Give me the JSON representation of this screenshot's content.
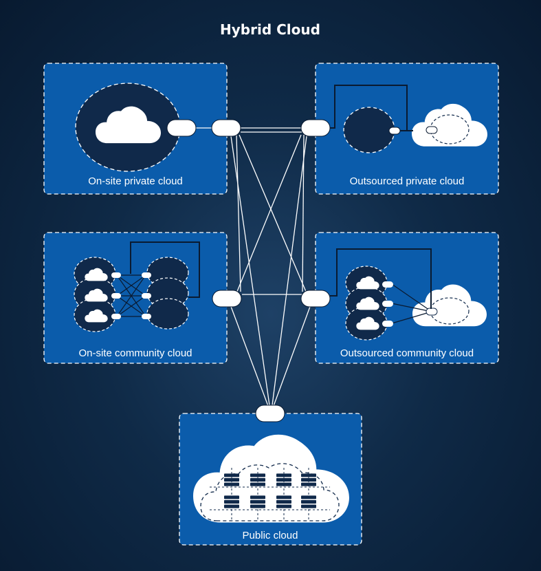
{
  "title": "Hybrid Cloud",
  "panels": {
    "onsite_private": {
      "label": "On-site private cloud"
    },
    "outsourced_private": {
      "label": "Outsourced private cloud"
    },
    "onsite_community": {
      "label": "On-site community cloud"
    },
    "outsourced_community": {
      "label": "Outsourced community cloud"
    },
    "public": {
      "label": "Public cloud"
    }
  },
  "colors": {
    "background": "#0f2a47",
    "panel": "#0b5cab",
    "dark_node": "#10294a",
    "connector": "#ffffff",
    "link": "#ffffff"
  },
  "icons": [
    "cloud-icon",
    "server-icon",
    "connector-pill"
  ]
}
